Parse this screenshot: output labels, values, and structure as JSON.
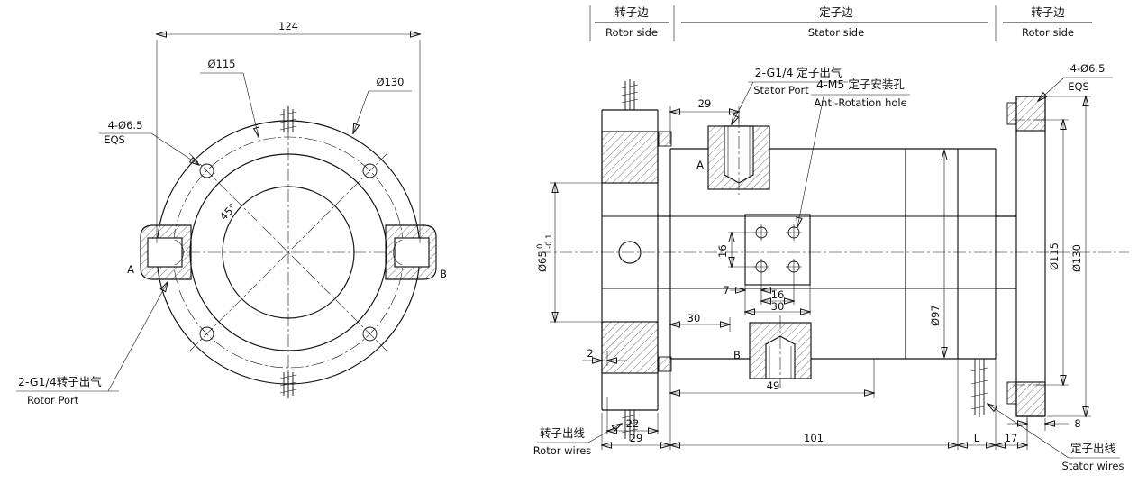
{
  "front_view": {
    "dim_width": "124",
    "dim_bolt_circle": "Ø115",
    "dim_outer_dia": "Ø130",
    "holes_note_line1": "4-Ø6.5",
    "holes_note_line2": "EQS",
    "angle_label": "45°",
    "port_a": "A",
    "port_b": "B",
    "rotor_port_cn": "2-G1/4转子出气",
    "rotor_port_en": "Rotor Port"
  },
  "side_view": {
    "header_left_cn": "转子边",
    "header_left_en": "Rotor side",
    "header_center_cn": "定子边",
    "header_center_en": "Stator side",
    "header_right_cn": "转子边",
    "header_right_en": "Rotor side",
    "stator_port_cn": "2-G1/4 定子出气",
    "stator_port_en": "Stator Port",
    "anti_rotation_cn": "4-M5 定子安装孔",
    "anti_rotation_en": "Anti-Rotation hole",
    "flange_holes_line1": "4-Ø6.5",
    "flange_holes_line2": "EQS",
    "port_a": "A",
    "port_b": "B",
    "rotor_wires_cn": "转子出线",
    "rotor_wires_en": "Rotor wires",
    "stator_wires_cn": "定子出线",
    "stator_wires_en": "Stator wires",
    "dim_port_offset": "29",
    "dim_hole_rows": "16",
    "dim_hole_edge": "7",
    "dim_hole_cols": "16",
    "dim_pattern_width": "30",
    "dim_pattern_offset": "30",
    "dim_step": "2",
    "dim_port_b": "49",
    "dim_wire_exit": "22",
    "dim_rotor_flange": "29",
    "dim_stator_length": "101",
    "dim_length_l": "L",
    "dim_hub": "17",
    "dim_flange_thk": "8",
    "dim_bore": "Ø65",
    "dim_bore_tol_hi": "0",
    "dim_bore_tol_lo": "-0.1",
    "dim_body_dia": "Ø97",
    "dim_bolt_circle": "Ø115",
    "dim_flange_dia": "Ø130"
  }
}
